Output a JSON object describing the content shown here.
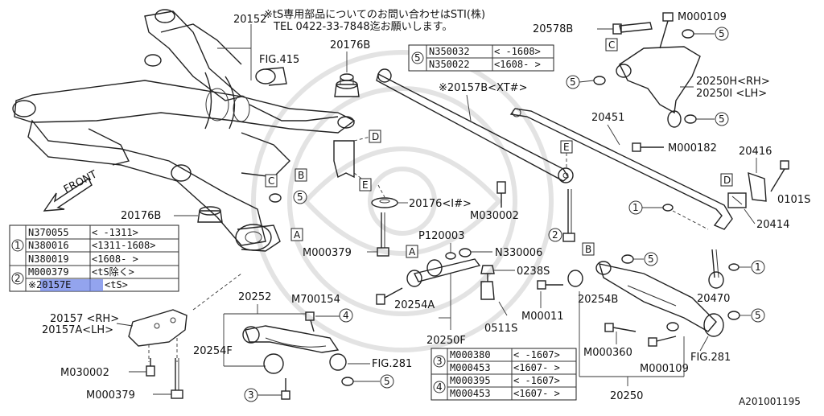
{
  "header": {
    "note_line1": "※tS専用部品についてのお問い合わせはSTI(株)",
    "note_line2": "TEL 0422-33-7848迄お願いします。"
  },
  "figure_code": "A201001195",
  "front_label": "FRONT",
  "part_labels": {
    "p20152": "20152",
    "fig415": "FIG.415",
    "p20176b_top": "20176B",
    "p20157b_xt": "※20157B<XT#>",
    "p20578b": "20578B",
    "m000109_top": "M000109",
    "p20250h": "20250H<RH>",
    "p20250i": "20250I <LH>",
    "p20451": "20451",
    "m000182": "M000182",
    "p20416": "20416",
    "p0101s": "0101S",
    "p20414": "20414",
    "p20176_i": "20176<I#>",
    "m030002_mid": "M030002",
    "p20176b_left": "20176B",
    "p120003": "P120003",
    "n330006": "N330006",
    "m000379_mid": "M000379",
    "p0238s": "0238S",
    "m700154": "M700154",
    "p20252": "20252",
    "p20254a": "20254A",
    "m00011": "M00011",
    "p20254b": "20254B",
    "p20470": "20470",
    "p0511s": "0511S",
    "p20250f": "20250F",
    "p20157_rh": "20157 <RH>",
    "p20157a_lh": "20157A<LH>",
    "p20254f": "20254F",
    "fig281_mid": "FIG.281",
    "m000360": "M000360",
    "fig281_right": "FIG.281",
    "m000109_bot": "M000109",
    "p20250": "20250",
    "m030002_bot": "M030002",
    "m000379_bot": "M000379"
  },
  "letter_tags": {
    "A": "A",
    "B": "B",
    "C": "C",
    "D": "D",
    "E": "E"
  },
  "circle_nums": {
    "one": "1",
    "two": "2",
    "three": "3",
    "four": "4",
    "five": "5"
  },
  "table5": {
    "rows": [
      {
        "part": "N350032",
        "range": "< -1608>"
      },
      {
        "part": "N350022",
        "range": "<1608- >"
      }
    ]
  },
  "table12": {
    "group1": [
      {
        "part": "N370055",
        "range": "< -1311>"
      },
      {
        "part": "N380016",
        "range": "<1311-1608>"
      },
      {
        "part": "N380019",
        "range": "<1608- >"
      }
    ],
    "group2": [
      {
        "part": "M000379",
        "range": "<tS除く>"
      },
      {
        "part": "※20157E",
        "range": "<tS>"
      }
    ]
  },
  "table34": {
    "group3": [
      {
        "part": "M000380",
        "range": "< -1607>"
      },
      {
        "part": "M000453",
        "range": "<1607- >"
      }
    ],
    "group4": [
      {
        "part": "M000395",
        "range": "< -1607>"
      },
      {
        "part": "M000453",
        "range": "<1607- >"
      }
    ]
  },
  "colors": {
    "highlight": "#6f86e8",
    "line": "#222222",
    "watermark": "#e3e3e3"
  }
}
